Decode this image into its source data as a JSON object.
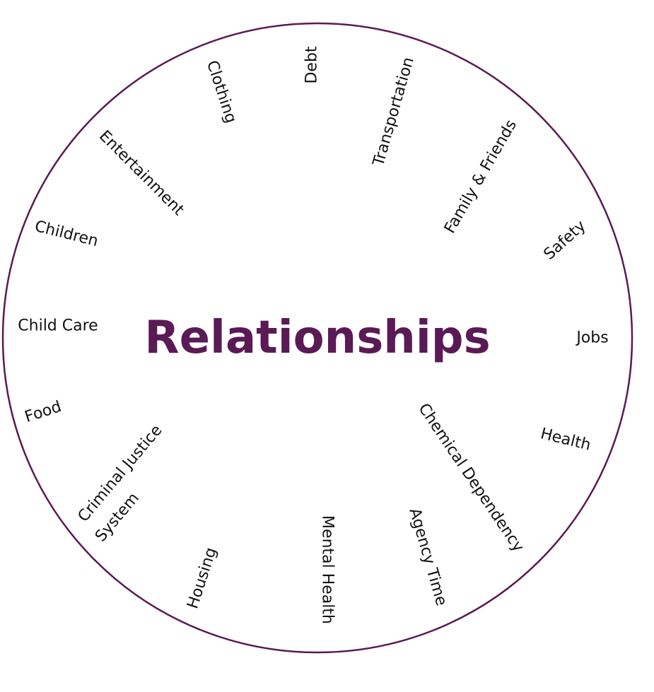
{
  "title": "Relationships",
  "ring_color": "#5a1a55",
  "title_color": "#5a1a55",
  "labels": {
    "debt": "Debt",
    "clothing": "Clothing",
    "transportation": "Transportation",
    "family_friends": "Family & Friends",
    "entertainment": "Entertainment",
    "safety": "Safety",
    "children": "Children",
    "child_care": "Child Care",
    "jobs": "Jobs",
    "food": "Food",
    "health": "Health",
    "chemical_dependency": "Chemical Dependency",
    "criminal_justice_line1": "Criminal Justice",
    "criminal_justice_line2": "System",
    "housing": "Housing",
    "mental_health": "Mental Health",
    "agency_time": "Agency Time"
  }
}
